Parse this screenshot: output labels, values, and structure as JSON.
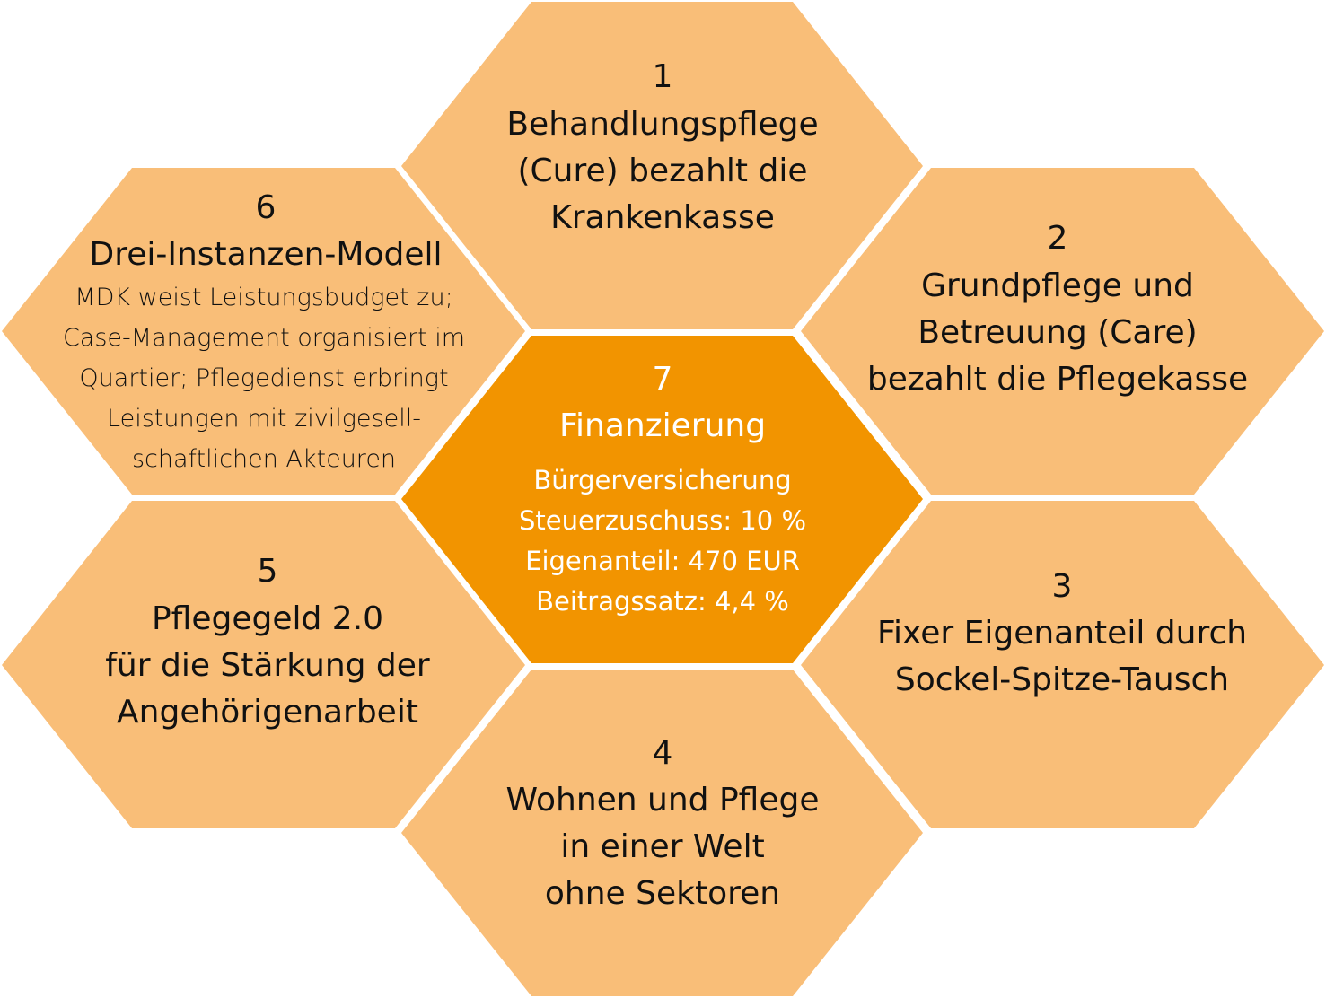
{
  "colors": {
    "cell": "#F9BE78",
    "center": "#F29400",
    "text": "#111111",
    "center_text": "#FFFFFF",
    "gap": "#FFFFFF"
  },
  "cells": [
    {
      "number": "1",
      "lines": [
        "Behandlungspflege",
        "(Cure) bezahlt die",
        "Krankenkasse"
      ]
    },
    {
      "number": "2",
      "lines": [
        "Grundpflege und",
        "Betreuung (Care)",
        "bezahlt die Pflegekasse"
      ]
    },
    {
      "number": "3",
      "lines": [
        "Fixer Eigenanteil durch",
        "Sockel-Spitze-Tausch"
      ]
    },
    {
      "number": "4",
      "lines": [
        "Wohnen und Pflege",
        "in einer Welt",
        "ohne Sektoren"
      ]
    },
    {
      "number": "5",
      "lines": [
        "Pflegegeld 2.0",
        "für die Stärkung der",
        "Angehörigenarbeit"
      ]
    },
    {
      "number": "6",
      "lines": [
        "Drei-Instanzen-Modell"
      ],
      "body": [
        "MDK weist Leistungsbudget zu;",
        "Case-Management organisiert im",
        "Quartier; Pflegedienst erbringt",
        "Leistungen mit zivilgesell-",
        "schaftlichen Akteuren"
      ]
    },
    {
      "number": "7",
      "lines": [
        "Finanzierung"
      ],
      "body": [
        "Bürgerversicherung",
        "Steuerzuschuss: 10 %",
        "Eigenanteil: 470 EUR",
        "Beitragssatz: 4,4 %"
      ]
    }
  ]
}
